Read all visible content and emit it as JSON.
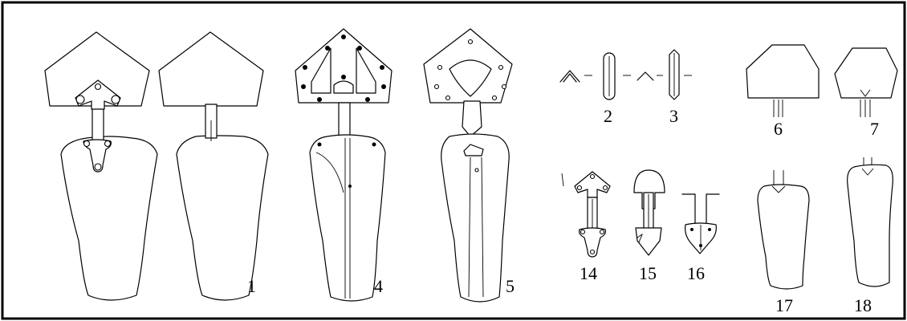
{
  "figure_labels": {
    "fig1": "1",
    "fig2": "2",
    "fig3": "3",
    "fig4": "4",
    "fig5": "5",
    "fig6": "6",
    "fig7": "7",
    "fig14": "14",
    "fig15": "15",
    "fig16": "16",
    "fig17": "17",
    "fig18": "18"
  },
  "colors": {
    "line": "#000000",
    "background": "#ffffff"
  }
}
